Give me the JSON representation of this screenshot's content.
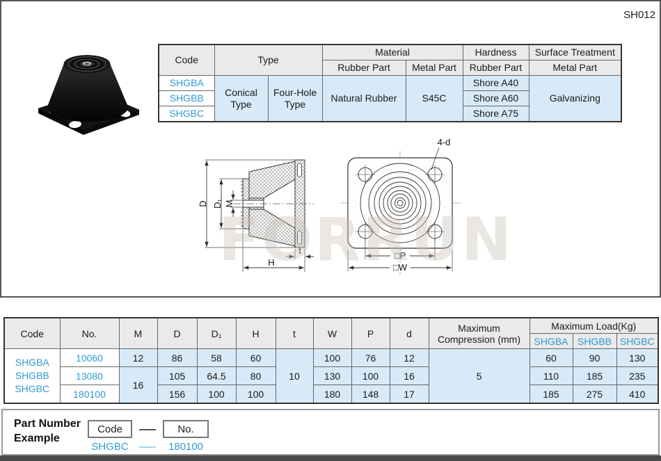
{
  "page": {
    "code": "SH012"
  },
  "colors": {
    "accent_blue": "#2E9AD3",
    "cell_blue": "#D8EAF7",
    "header_gray": "#EAEAEA"
  },
  "spec_table": {
    "header": {
      "code": "Code",
      "type": "Type",
      "material": "Material",
      "hardness": "Hardness",
      "surface_treatment": "Surface Treatment",
      "material_rubber": "Rubber Part",
      "material_metal": "Metal Part",
      "hardness_rubber": "Rubber Part",
      "surface_metal": "Metal Part"
    },
    "codes": [
      "SHGBA",
      "SHGBB",
      "SHGBC"
    ],
    "type_conical": "Conical Type",
    "type_four_hole": "Four-Hole Type",
    "material_rubber_value": "Natural Rubber",
    "material_metal_value": "S45C",
    "hardness_values": [
      "Shore A40",
      "Shore A60",
      "Shore A75"
    ],
    "surface_treatment_value": "Galvanizing"
  },
  "drawings": {
    "watermark": "FORRUN",
    "side": {
      "d": "D",
      "d1": "D₁",
      "m": "M",
      "h": "H",
      "t": "t"
    },
    "top": {
      "holes": "4-d",
      "p": "□P",
      "w": "□W"
    }
  },
  "dim_table": {
    "header": {
      "code": "Code",
      "no": "No.",
      "m": "M",
      "d": "D",
      "d1": "D₁",
      "h": "H",
      "t": "t",
      "w": "W",
      "p": "P",
      "dd": "d",
      "max_compression": "Maximum Compression (mm)",
      "max_load": "Maximum Load(Kg)",
      "load_cols": [
        "SHGBA",
        "SHGBB",
        "SHGBC"
      ]
    },
    "codes": [
      "SHGBA",
      "SHGBB",
      "SHGBC"
    ],
    "t_value": "10",
    "max_compression_value": "5",
    "rows": [
      {
        "no": "10060",
        "m": "12",
        "d": "86",
        "d1": "58",
        "h": "60",
        "w": "100",
        "p": "76",
        "dd": "12",
        "load_a": "60",
        "load_b": "90",
        "load_c": "130"
      },
      {
        "no": "13080",
        "m": "16",
        "d": "105",
        "d1": "64.5",
        "h": "80",
        "w": "130",
        "p": "100",
        "dd": "16",
        "load_a": "110",
        "load_b": "185",
        "load_c": "235"
      },
      {
        "no": "180100",
        "d": "156",
        "d1": "100",
        "h": "100",
        "w": "180",
        "p": "148",
        "dd": "17",
        "load_a": "185",
        "load_b": "275",
        "load_c": "410"
      }
    ]
  },
  "part_number_example": {
    "label": "Part Number Example",
    "code_box": "Code",
    "no_box": "No.",
    "example_code": "SHGBC",
    "example_no": "180100"
  }
}
